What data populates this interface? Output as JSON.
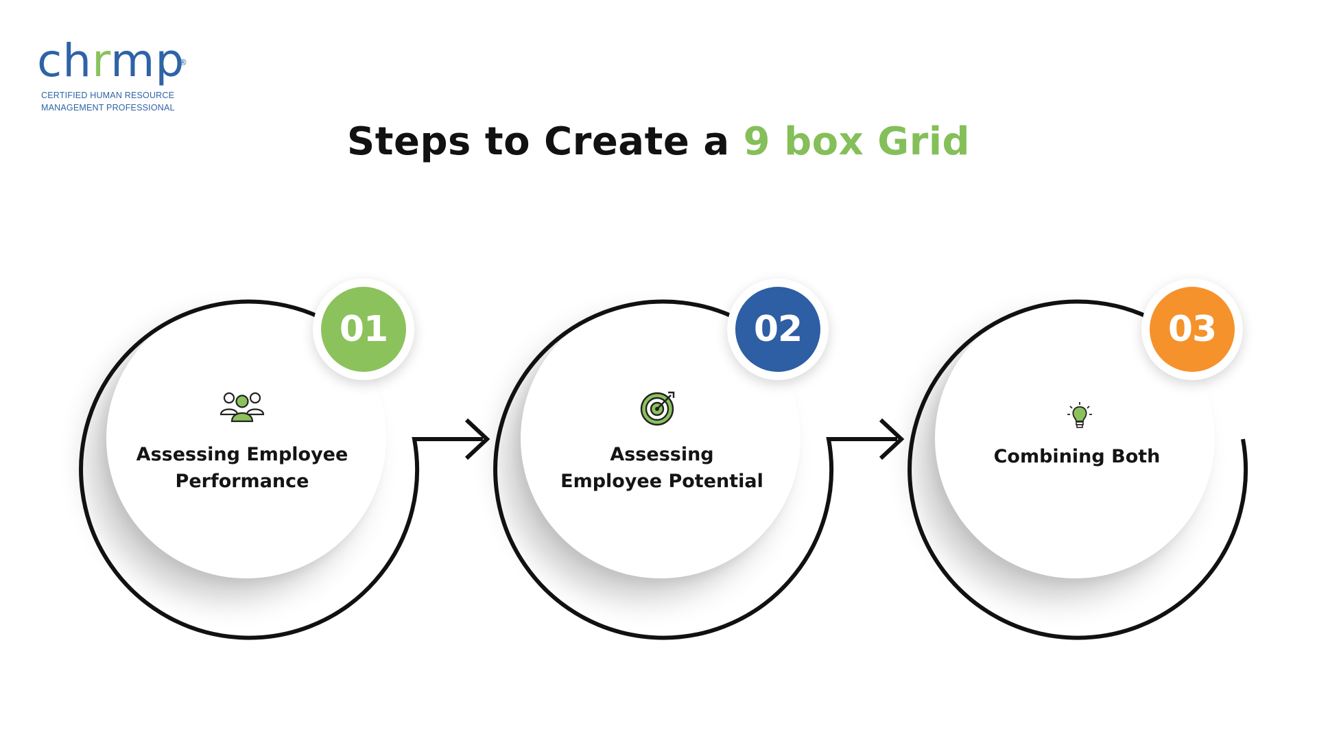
{
  "logo": {
    "word_part1": "ch",
    "word_part2": "r",
    "word_part3": "mp",
    "registered": "®",
    "tagline_line1": "CERTIFIED HUMAN RESOURCE",
    "tagline_line2": "MANAGEMENT PROFESSIONAL"
  },
  "title": {
    "main": "Steps to Create a ",
    "accent": "9 box Grid"
  },
  "steps": [
    {
      "number": "01",
      "label_line1": "Assessing Employee",
      "label_line2": "Performance",
      "icon": "people-group-icon",
      "color": "#8bc25c"
    },
    {
      "number": "02",
      "label_line1": "Assessing",
      "label_line2": "Employee Potential",
      "icon": "target-icon",
      "color": "#2e5ea3"
    },
    {
      "number": "03",
      "label_line1": "Combining Both",
      "label_line2": "",
      "icon": "lightbulb-icon",
      "color": "#f5922c"
    }
  ],
  "colors": {
    "brand_blue": "#2e63a6",
    "brand_green": "#8bc25c",
    "title_accent": "#84bf5a",
    "ring_stroke": "#111111"
  }
}
